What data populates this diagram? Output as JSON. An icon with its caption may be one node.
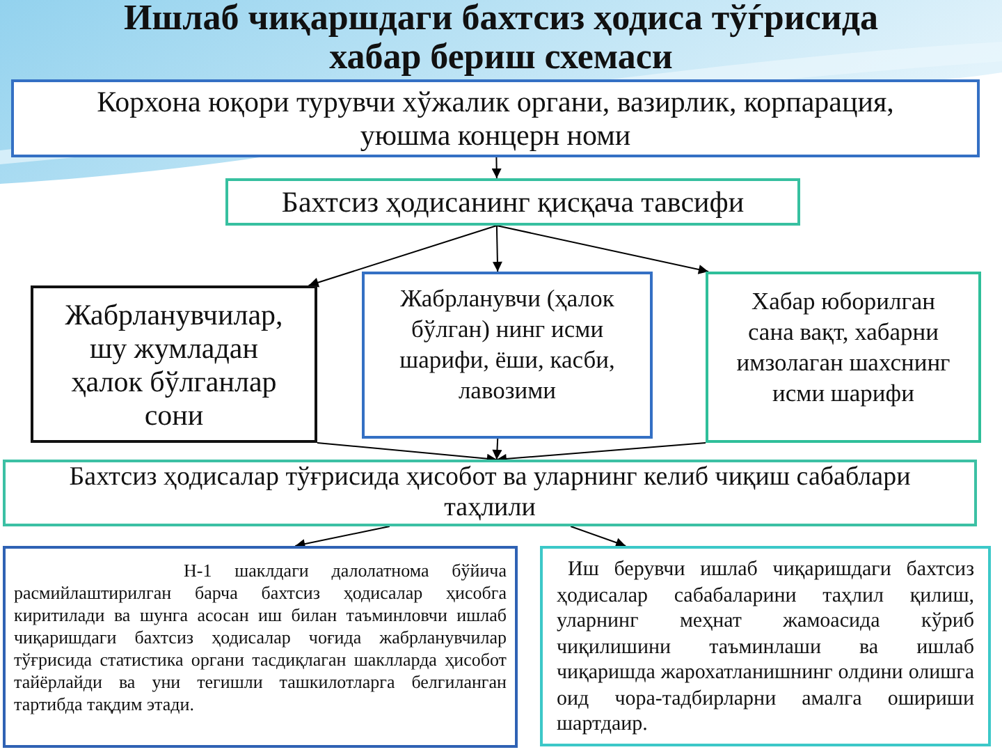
{
  "diagram": {
    "title": "Ишлаб чиқаршдаги бахтсиз ҳодиса тўѓрисида хабар бериш схемаси",
    "nodes": [
      {
        "text": [
          "Корхона юқори турувчи хўжалик органи, вазирлик, корпарация, уюшма концерн номи"
        ]
      },
      {
        "text": [
          "Бахтсиз ҳодисанинг қисқача тавсифи"
        ]
      },
      {
        "text": [
          "Жабрланувчилар, шу жумладан ҳалок бўлганлар сони"
        ]
      },
      {
        "text": [
          "Жабрланувчи (ҳалок бўлган) нинг исми шарифи, ёши, касби, лавозими"
        ]
      },
      {
        "text": [
          "Хабар юборилган сана вақт, хабарни имзолаган шахснинг исми шарифи"
        ]
      },
      {
        "text": [
          "Бахтсиз ҳодисалар тўғрисида ҳисобот ва уларнинг келиб чиқиш сабаблари таҳлили"
        ]
      },
      {
        "text": [
          "Н-1 шаклдаги далолатнома бўйича расмийлаштирилган барча бахтсиз ҳодисалар ҳисобга киритилади ва шунга асосан иш билан таъминловчи ишлаб чиқаришдаги бахтсиз ҳодисалар чоғида жабрланувчилар тўғрисида статистика органи тасдиқлаган шаклларда ҳисобот тайёрлайди ва уни тегишли ташкилотларга белгиланган тартибда тақдим этади."
        ]
      },
      {
        "text": [
          "Иш берувчи ишлаб чиқаришдаги бахтсиз ҳодисалар сабабаларини таҳлил қилиш, уларнинг меҳнат жамоасида кўриб чиқилишини таъминлаши ва ишлаб чиқаришда жарохатланишнинг олдини олишга оид чора-тадбирларни амалга ошириши шартдаир."
        ]
      }
    ],
    "edges": [
      {
        "from": 0,
        "to": 1,
        "arrow": "to"
      },
      {
        "from": 1,
        "to": 2,
        "arrow": "to"
      },
      {
        "from": 1,
        "to": 3,
        "arrow": "to"
      },
      {
        "from": 1,
        "to": 4,
        "arrow": "to"
      },
      {
        "from": 2,
        "to": 5,
        "arrow": "to"
      },
      {
        "from": 3,
        "to": 5,
        "arrow": "to"
      },
      {
        "from": 4,
        "to": 5,
        "arrow": "to"
      },
      {
        "from": 5,
        "to": 6,
        "arrow": "to"
      },
      {
        "from": 5,
        "to": 7,
        "arrow": "to"
      }
    ]
  }
}
